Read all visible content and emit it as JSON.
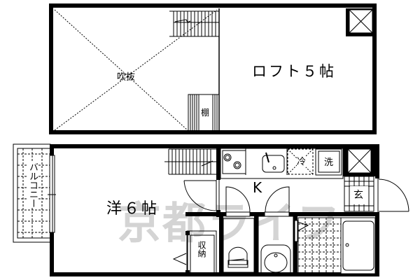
{
  "floorplan": {
    "loft_level": {
      "void_label": "吹抜",
      "shelf_label": "棚",
      "loft_label": "ロフト５帖"
    },
    "main_level": {
      "room_label": "洋６帖",
      "kitchen_label": "K",
      "balcony_label": "バルコニー",
      "storage_label": "収納",
      "fridge_label": "冷",
      "washer_label": "洗",
      "entrance_label": "玄"
    },
    "watermark": "京都ライフ",
    "colors": {
      "wall": "#000000",
      "watermark": "#d4d4d4",
      "background": "#ffffff"
    }
  }
}
